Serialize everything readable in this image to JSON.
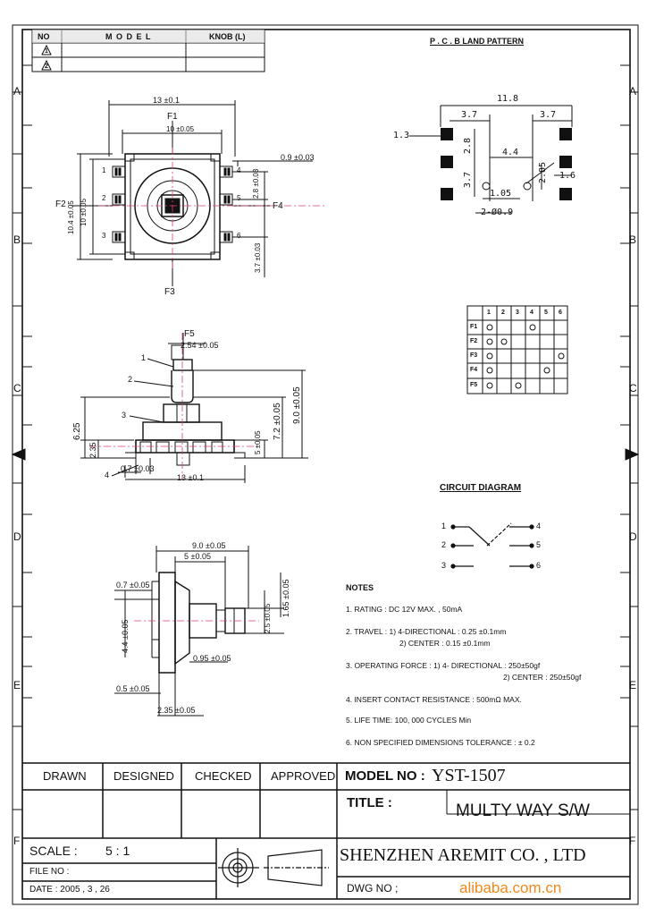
{
  "revision_table": {
    "headers": [
      "NO",
      "M O D E L",
      "KNOB (L)"
    ],
    "rows": [
      "1",
      "2"
    ]
  },
  "grid": {
    "rows": [
      "A",
      "B",
      "C",
      "D",
      "E",
      "F"
    ]
  },
  "pcb": {
    "title": "P . C . B LAND PATTERN",
    "dims": {
      "total": "11.8",
      "left": "3.7",
      "right": "3.7",
      "pad": "1.3",
      "v1": "2.8",
      "v2": "3.7",
      "center": "4.4",
      "d285": "2.85",
      "d16": "1.6",
      "d105": "1.05",
      "hole": "2-Ø0.9"
    }
  },
  "top_view": {
    "f1": "F1",
    "f2": "F2",
    "f3": "F3",
    "f4": "F4",
    "w13": "13 ±0.1",
    "w10": "10 ±0.05",
    "h104": "10.4 ±0.05",
    "h10": "10 ±0.05",
    "d09": "0.9 ±0.03",
    "d28": "2.8 ±0.03",
    "d37": "3.7 ±0.03",
    "pin1": "1",
    "pin2": "2",
    "pin3": "3",
    "pin4": "4",
    "pin5": "5",
    "pin6": "6"
  },
  "truth_table": {
    "cols": [
      "1",
      "2",
      "3",
      "4",
      "5",
      "6"
    ],
    "rows": [
      {
        "label": "F1",
        "marks": [
          1,
          0,
          0,
          1,
          0,
          0
        ]
      },
      {
        "label": "F2",
        "marks": [
          1,
          1,
          0,
          0,
          0,
          0
        ]
      },
      {
        "label": "F3",
        "marks": [
          1,
          0,
          0,
          0,
          0,
          1
        ]
      },
      {
        "label": "F4",
        "marks": [
          1,
          0,
          0,
          0,
          1,
          0
        ]
      },
      {
        "label": "F5",
        "marks": [
          1,
          0,
          1,
          0,
          0,
          0
        ]
      }
    ]
  },
  "side_view": {
    "f5": "F5",
    "d254": "2.54 ±0.05",
    "c1": "1",
    "c2": "2",
    "c3": "3",
    "c4": "4",
    "d625": "6.25",
    "d72": "7.2 ±0.05",
    "d90": "9.0 ±0.05",
    "d5": "5 ±0.05",
    "d235": "2.35",
    "d07": "0.7 ±0.03",
    "d13": "13 ±0.1"
  },
  "circuit": {
    "title": "CIRCUIT DIAGRAM",
    "pins": [
      "1",
      "2",
      "3",
      "4",
      "5",
      "6"
    ]
  },
  "front_view": {
    "d90": "9.0 ±0.05",
    "d5": "5 ±0.05",
    "d07": "0.7 ±0.05",
    "d44": "4.4 ±0.05",
    "d25": "2.5 ±0.05",
    "d165": "1.65 ±0.05",
    "d095": "0.95 ±0.05",
    "d05": "0.5 ±0.05",
    "d235": "2.35 ±0.05"
  },
  "notes": {
    "title": "NOTES",
    "items": [
      "1. RATING : DC 12V MAX. , 50mA",
      "2. TRAVEL : 1) 4-DIRECTIONAL : 0.25 ±0.1mm",
      "2) CENTER : 0.15 ±0.1mm",
      "3. OPERATING FORCE : 1) 4- DIRECTIONAL : 250±50gf",
      "2) CENTER : 250±50gf",
      "4. INSERT CONTACT RESISTANCE : 500mΩ  MAX.",
      "5. LIFE TIME: 100, 000 CYCLES Min",
      "6. NON SPECIFIED DIMENSIONS TOLERANCE :  ± 0.2"
    ]
  },
  "title_block": {
    "drawn": "DRAWN",
    "designed": "DESIGNED",
    "checked": "CHECKED",
    "approved": "APPROVED",
    "model_no_label": "MODEL NO :",
    "model_no": "YST-1507",
    "title_label": "TITLE :",
    "title": "MULTY WAY S/W",
    "scale_label": "SCALE :",
    "scale": "5 : 1",
    "file_no": "FILE NO :",
    "date": "DATE : 2005 , 3 , 26",
    "company": "SHENZHEN AREMIT CO. , LTD",
    "dwg_no": "DWG  NO ;",
    "watermark": "alibaba.com.cn"
  }
}
